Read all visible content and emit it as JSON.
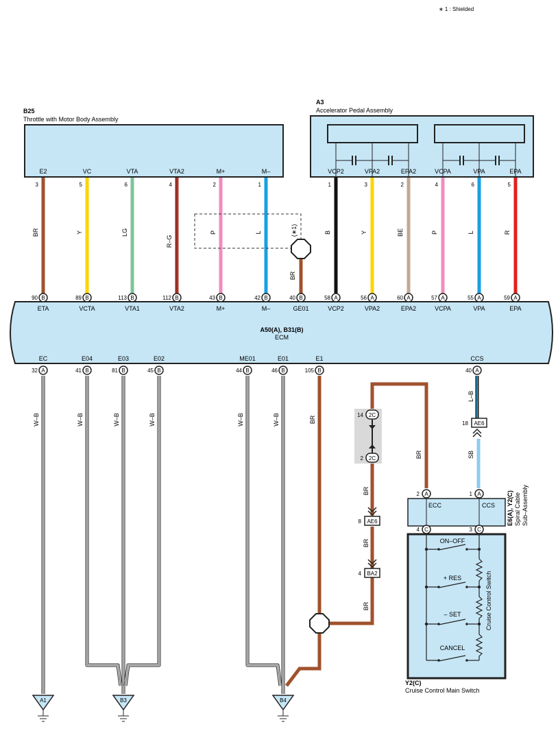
{
  "note": "∗ 1 : Shielded",
  "b25": {
    "code": "B25",
    "name": "Throttle with Motor Body Assembly",
    "pins": [
      {
        "label": "E2",
        "num": "3",
        "color_code": "BR",
        "color": "#a0522d"
      },
      {
        "label": "VC",
        "num": "5",
        "color_code": "Y",
        "color": "#ffd400"
      },
      {
        "label": "VTA",
        "num": "6",
        "color_code": "LG",
        "color": "#7fc49a"
      },
      {
        "label": "VTA2",
        "num": "4",
        "color_code": "R–G",
        "color": "#a0522d"
      },
      {
        "label": "M+",
        "num": "2",
        "color_code": "P",
        "color": "#f08cbe"
      },
      {
        "label": "M–",
        "num": "1",
        "color_code": "L",
        "color": "#1aa0e0"
      }
    ]
  },
  "a3": {
    "code": "A3",
    "name": "Accelerator Pedal Assembly",
    "pins": [
      {
        "label": "VCP2",
        "num": "1",
        "color_code": "B",
        "color": "#111111"
      },
      {
        "label": "VPA2",
        "num": "3",
        "color_code": "Y",
        "color": "#ffd400"
      },
      {
        "label": "EPA2",
        "num": "2",
        "color_code": "BE",
        "color": "#c2a896"
      },
      {
        "label": "VCPA",
        "num": "4",
        "color_code": "P",
        "color": "#f08cbe"
      },
      {
        "label": "VPA",
        "num": "6",
        "color_code": "L",
        "color": "#1aa0e0"
      },
      {
        "label": "EPA",
        "num": "5",
        "color_code": "R",
        "color": "#e02020"
      }
    ]
  },
  "shield": {
    "label": "(∗1)",
    "wire_code": "BR"
  },
  "ecm": {
    "title": "A50(A), B31(B)",
    "subtitle": "ECM",
    "top_pins": [
      {
        "num": "90",
        "conn": "B",
        "label": "ETA"
      },
      {
        "num": "89",
        "conn": "B",
        "label": "VCTA"
      },
      {
        "num": "113",
        "conn": "B",
        "label": "VTA1"
      },
      {
        "num": "112",
        "conn": "B",
        "label": "VTA2"
      },
      {
        "num": "43",
        "conn": "B",
        "label": "M+"
      },
      {
        "num": "42",
        "conn": "B",
        "label": "M–"
      },
      {
        "num": "40",
        "conn": "B",
        "label": "GE01"
      },
      {
        "num": "58",
        "conn": "A",
        "label": "VCP2"
      },
      {
        "num": "56",
        "conn": "A",
        "label": "VPA2"
      },
      {
        "num": "60",
        "conn": "A",
        "label": "EPA2"
      },
      {
        "num": "57",
        "conn": "A",
        "label": "VCPA"
      },
      {
        "num": "55",
        "conn": "A",
        "label": "VPA"
      },
      {
        "num": "59",
        "conn": "A",
        "label": "EPA"
      }
    ],
    "bottom_pins": [
      {
        "num": "32",
        "conn": "A",
        "label": "EC",
        "wire": "W–B"
      },
      {
        "num": "41",
        "conn": "B",
        "label": "E04",
        "wire": "W–B"
      },
      {
        "num": "81",
        "conn": "B",
        "label": "E03",
        "wire": "W–B"
      },
      {
        "num": "45",
        "conn": "B",
        "label": "E02",
        "wire": "W–B"
      },
      {
        "num": "44",
        "conn": "B",
        "label": "ME01",
        "wire": "W–B"
      },
      {
        "num": "46",
        "conn": "B",
        "label": "E01",
        "wire": "W–B"
      },
      {
        "num": "105",
        "conn": "B",
        "label": "E1",
        "wire": "BR"
      },
      {
        "num": "40",
        "conn": "A",
        "label": "CCS",
        "wire": "L–B"
      }
    ]
  },
  "junction_2c": {
    "top_num": "14",
    "bottom_num": "2",
    "label": "2C"
  },
  "ae6_upper": {
    "num": "18",
    "label": "AE6",
    "wire": "SB"
  },
  "ae6_lower": {
    "num": "8",
    "label": "AE6"
  },
  "ba2": {
    "num": "4",
    "label": "BA2"
  },
  "e1_wires": [
    "BR",
    "BR",
    "BR",
    "BR",
    "BR"
  ],
  "spiral": {
    "title": "E6(A), Y2(C)",
    "name_line1": "Spiral Cable",
    "name_line2": "Sub–Assembly",
    "pin_ecc": {
      "num": "2",
      "conn": "A",
      "label": "ECC"
    },
    "pin_ccs": {
      "num": "1",
      "conn": "A",
      "label": "CCS"
    },
    "out_left": {
      "num": "4",
      "conn": "C"
    },
    "out_right": {
      "num": "3",
      "conn": "C"
    }
  },
  "cruise": {
    "switches": [
      "ON–OFF",
      "+ RES",
      "– SET",
      "CANCEL"
    ],
    "inner_label": "Cruise Control Switch",
    "code": "Y2(C)",
    "name": "Cruise Control Main Switch"
  },
  "grounds": [
    "A1",
    "B3",
    "B4"
  ]
}
